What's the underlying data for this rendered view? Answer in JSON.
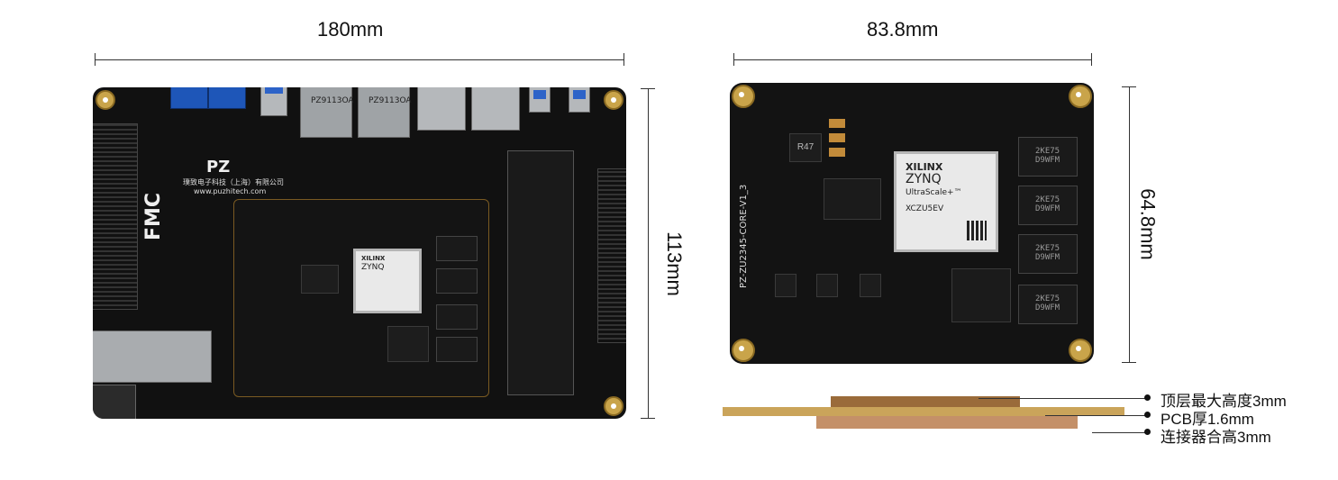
{
  "dimensions": {
    "carrier_width": "180mm",
    "carrier_height": "113mm",
    "core_width": "83.8mm",
    "core_height": "64.8mm"
  },
  "side_view_labels": {
    "top_height": "顶层最大高度3mm",
    "pcb_thickness": "PCB厚1.6mm",
    "connector_height": "连接器合高3mm"
  },
  "board_text": {
    "brand_logo": "PZ",
    "company": "璞致电子科技（上海）有限公司",
    "website": "www.puzhitech.com",
    "fmc_logo": "FMC",
    "rj45_label": "PZ9113OA",
    "core_silk": "PZ-ZU2345-CORE-V1_3",
    "soc_brand": "XILINX",
    "soc_family": "ZYNQ",
    "soc_series": "UltraScale+™",
    "soc_part": "XCZU5EV",
    "ram_label": "2KE75 D9WFM",
    "component_r47": "R47"
  },
  "colors": {
    "pcb": "#111111",
    "gold": "#c9a44a",
    "terminal_blue": "#1e56b8",
    "soc": "#e9e9e9"
  }
}
